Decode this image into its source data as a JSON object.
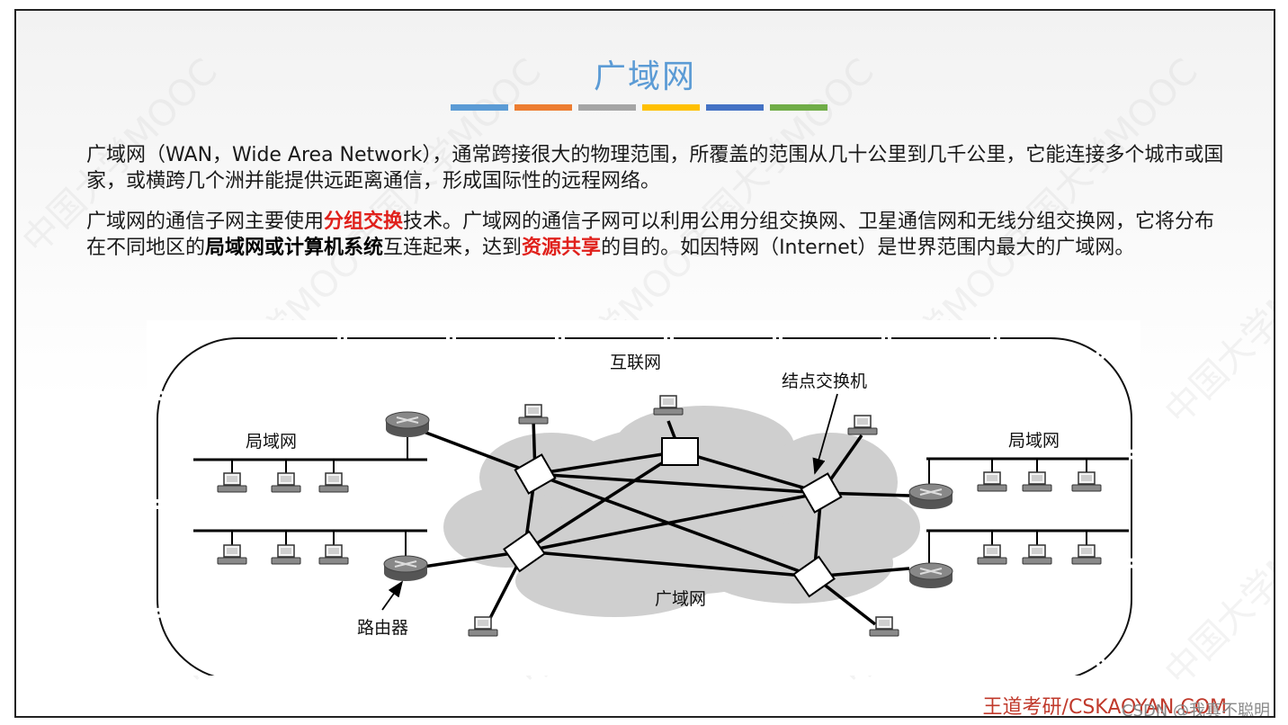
{
  "slide": {
    "title": "广域网",
    "title_bar_colors": [
      "#5b9bd5",
      "#ed7d31",
      "#a5a5a5",
      "#ffc000",
      "#4472c4",
      "#70ad47"
    ],
    "paragraph1": "广域网（WAN，Wide Area Network），通常跨接很大的物理范围，所覆盖的范围从几十公里到几千公里，它能连接多个城市或国家，或横跨几个洲并能提供远距离通信，形成国际性的远程网络。",
    "paragraph2": {
      "part1": "广域网的通信子网主要使用",
      "highlight1": "分组交换",
      "part2": "技术。广域网的通信子网可以利用公用分组交换网、卫星通信网和无线分组交换网，它将分布在不同地区的",
      "highlight2": "局域网或计算机系统",
      "part3": "互连起来，达到",
      "highlight3": "资源共享",
      "part4": "的目的。如因特网（Internet）是世界范围内最大的广域网。"
    },
    "footer": "王道考研/CSKAOYAN.COM",
    "credit": "CSDN @我真不聪明",
    "watermark": "中国大学MOOC"
  },
  "diagram": {
    "label_internet": "互联网",
    "label_node_switch": "结点交换机",
    "label_lan_left": "局域网",
    "label_lan_right": "局域网",
    "label_wan": "广域网",
    "label_router": "路由器"
  }
}
